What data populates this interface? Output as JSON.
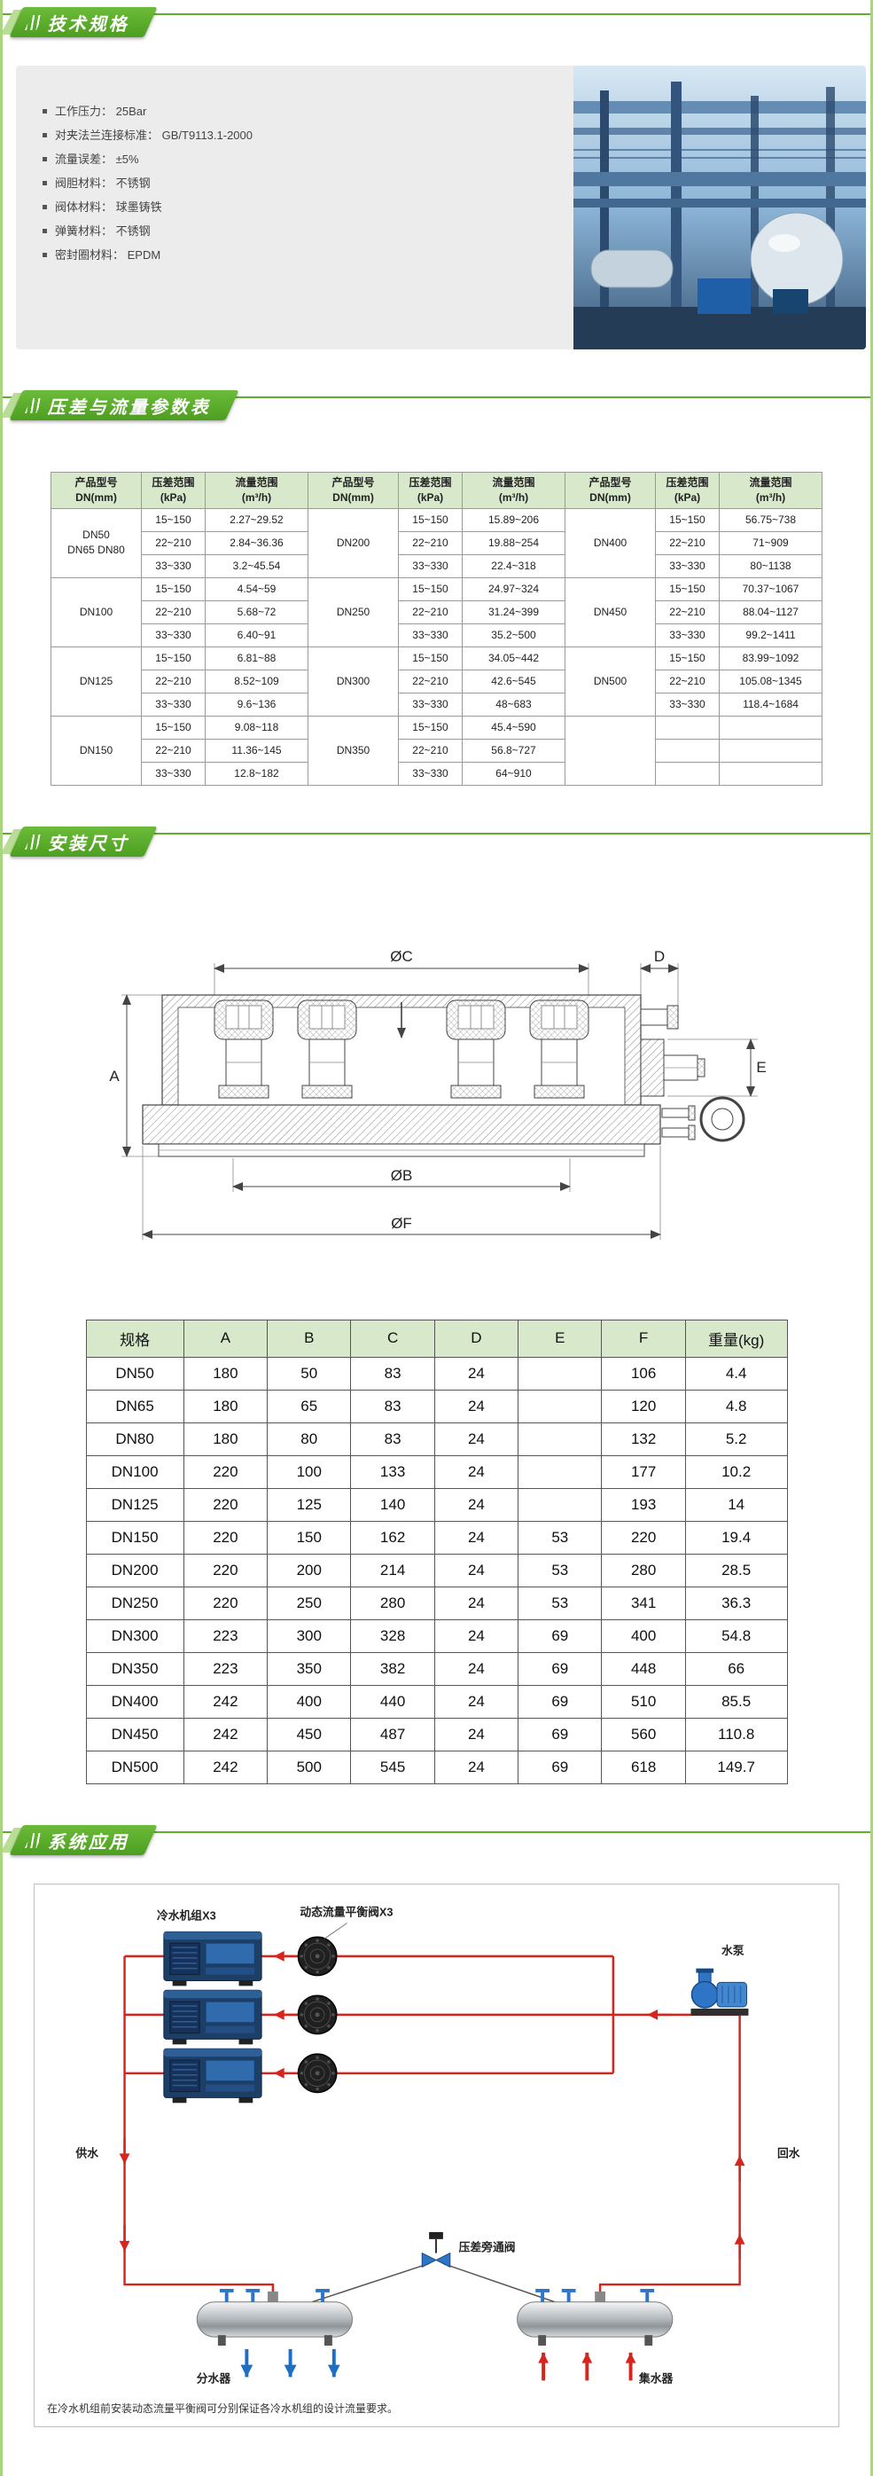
{
  "banners": {
    "tech": "技术规格",
    "params": "压差与流量参数表",
    "install": "安装尺寸",
    "system": "系统应用"
  },
  "specs": [
    "工作压力：  25Bar",
    "对夹法兰连接标准：  GB/T9113.1-2000",
    "流量误差：  ±5%",
    "阀胆材料：  不锈钢",
    "阀体材料：  球墨铸铁",
    "弹簧材料：  不锈钢",
    "密封圈材料：  EPDM"
  ],
  "param_table": {
    "header": {
      "model": [
        "产品型号",
        "DN(mm)"
      ],
      "pressure": [
        "压差范围",
        "(kPa)"
      ],
      "flow": [
        "流量范围",
        "(m³/h)"
      ]
    },
    "pressure_bands": [
      "15~150",
      "22~210",
      "33~330"
    ],
    "groups": [
      [
        {
          "model": [
            "DN50",
            "DN65 DN80"
          ],
          "flows": [
            "2.27~29.52",
            "2.84~36.36",
            "3.2~45.54"
          ]
        },
        {
          "model": [
            "DN100"
          ],
          "flows": [
            "4.54~59",
            "5.68~72",
            "6.40~91"
          ]
        },
        {
          "model": [
            "DN125"
          ],
          "flows": [
            "6.81~88",
            "8.52~109",
            "9.6~136"
          ]
        },
        {
          "model": [
            "DN150"
          ],
          "flows": [
            "9.08~118",
            "11.36~145",
            "12.8~182"
          ]
        }
      ],
      [
        {
          "model": [
            "DN200"
          ],
          "flows": [
            "15.89~206",
            "19.88~254",
            "22.4~318"
          ]
        },
        {
          "model": [
            "DN250"
          ],
          "flows": [
            "24.97~324",
            "31.24~399",
            "35.2~500"
          ]
        },
        {
          "model": [
            "DN300"
          ],
          "flows": [
            "34.05~442",
            "42.6~545",
            "48~683"
          ]
        },
        {
          "model": [
            "DN350"
          ],
          "flows": [
            "45.4~590",
            "56.8~727",
            "64~910"
          ]
        }
      ],
      [
        {
          "model": [
            "DN400"
          ],
          "flows": [
            "56.75~738",
            "71~909",
            "80~1138"
          ]
        },
        {
          "model": [
            "DN450"
          ],
          "flows": [
            "70.37~1067",
            "88.04~1127",
            "99.2~1411"
          ]
        },
        {
          "model": [
            "DN500"
          ],
          "flows": [
            "83.99~1092",
            "105.08~1345",
            "118.4~1684"
          ]
        },
        null
      ]
    ]
  },
  "dims_table": {
    "headers": [
      "规格",
      "A",
      "B",
      "C",
      "D",
      "E",
      "F",
      "重量(kg)"
    ],
    "rows": [
      [
        "DN50",
        "180",
        "50",
        "83",
        "24",
        "",
        "106",
        "4.4"
      ],
      [
        "DN65",
        "180",
        "65",
        "83",
        "24",
        "",
        "120",
        "4.8"
      ],
      [
        "DN80",
        "180",
        "80",
        "83",
        "24",
        "",
        "132",
        "5.2"
      ],
      [
        "DN100",
        "220",
        "100",
        "133",
        "24",
        "",
        "177",
        "10.2"
      ],
      [
        "DN125",
        "220",
        "125",
        "140",
        "24",
        "",
        "193",
        "14"
      ],
      [
        "DN150",
        "220",
        "150",
        "162",
        "24",
        "53",
        "220",
        "19.4"
      ],
      [
        "DN200",
        "220",
        "200",
        "214",
        "24",
        "53",
        "280",
        "28.5"
      ],
      [
        "DN250",
        "220",
        "250",
        "280",
        "24",
        "53",
        "341",
        "36.3"
      ],
      [
        "DN300",
        "223",
        "300",
        "328",
        "24",
        "69",
        "400",
        "54.8"
      ],
      [
        "DN350",
        "223",
        "350",
        "382",
        "24",
        "69",
        "448",
        "66"
      ],
      [
        "DN400",
        "242",
        "400",
        "440",
        "24",
        "69",
        "510",
        "85.5"
      ],
      [
        "DN450",
        "242",
        "450",
        "487",
        "24",
        "69",
        "560",
        "110.8"
      ],
      [
        "DN500",
        "242",
        "500",
        "545",
        "24",
        "69",
        "618",
        "149.7"
      ]
    ]
  },
  "drawing": {
    "labels": {
      "c": "ØC",
      "d": "D",
      "e": "E",
      "a": "A",
      "b": "ØB",
      "f": "ØF"
    }
  },
  "diagram": {
    "labels": {
      "chillers": "冷水机组X3",
      "valves": "动态流量平衡阀X3",
      "pump": "水泵",
      "supply": "供水",
      "return": "回水",
      "bypass": "压差旁通阀",
      "distributor": "分水器",
      "collector": "集水器"
    }
  },
  "footer_note": "在冷水机组前安装动态流量平衡阀可分别保证各冷水机组的设计流量要求。",
  "colors": {
    "green": "#55ab28",
    "light_green": "#d7e8cb",
    "red": "#d6251d",
    "blue": "#1e6fc4"
  }
}
